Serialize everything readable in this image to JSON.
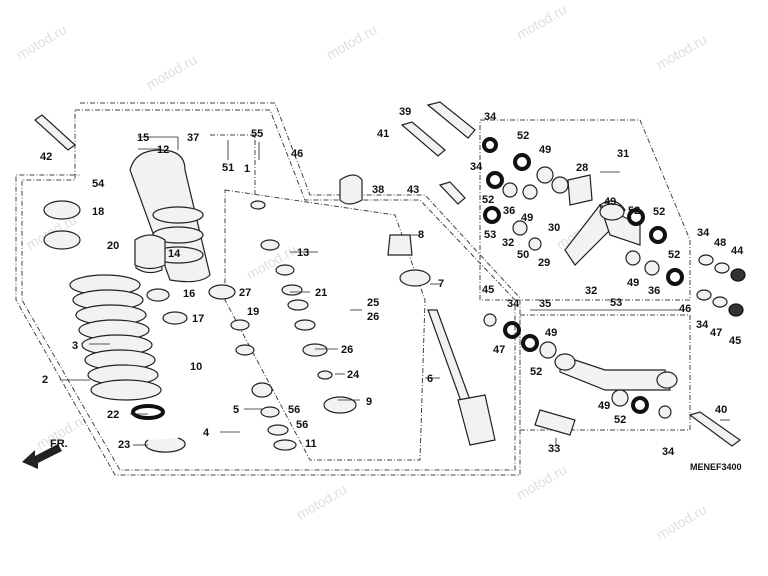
{
  "diagram_code": "MENEF3400",
  "front_arrow_label": "FR.",
  "watermark_text": "motod.ru",
  "callouts": [
    {
      "id": "c1",
      "text": "1"
    },
    {
      "id": "c2",
      "text": "2"
    },
    {
      "id": "c3",
      "text": "3"
    },
    {
      "id": "c4",
      "text": "4"
    },
    {
      "id": "c5",
      "text": "5"
    },
    {
      "id": "c6",
      "text": "6"
    },
    {
      "id": "c7",
      "text": "7"
    },
    {
      "id": "c8",
      "text": "8"
    },
    {
      "id": "c9",
      "text": "9"
    },
    {
      "id": "c10",
      "text": "10"
    },
    {
      "id": "c11",
      "text": "11"
    },
    {
      "id": "c12",
      "text": "12"
    },
    {
      "id": "c13",
      "text": "13"
    },
    {
      "id": "c14",
      "text": "14"
    },
    {
      "id": "c15",
      "text": "15"
    },
    {
      "id": "c16",
      "text": "16"
    },
    {
      "id": "c17",
      "text": "17"
    },
    {
      "id": "c18",
      "text": "18"
    },
    {
      "id": "c19",
      "text": "19"
    },
    {
      "id": "c20",
      "text": "20"
    },
    {
      "id": "c21",
      "text": "21"
    },
    {
      "id": "c22",
      "text": "22"
    },
    {
      "id": "c23",
      "text": "23"
    },
    {
      "id": "c24",
      "text": "24"
    },
    {
      "id": "c25",
      "text": "25"
    },
    {
      "id": "c26a",
      "text": "26"
    },
    {
      "id": "c26b",
      "text": "26"
    },
    {
      "id": "c27",
      "text": "27"
    },
    {
      "id": "c28",
      "text": "28"
    },
    {
      "id": "c29",
      "text": "29"
    },
    {
      "id": "c30",
      "text": "30"
    },
    {
      "id": "c31",
      "text": "31"
    },
    {
      "id": "c32a",
      "text": "32"
    },
    {
      "id": "c32b",
      "text": "32"
    },
    {
      "id": "c33",
      "text": "33"
    },
    {
      "id": "c34a",
      "text": "34"
    },
    {
      "id": "c34b",
      "text": "34"
    },
    {
      "id": "c34c",
      "text": "34"
    },
    {
      "id": "c34d",
      "text": "34"
    },
    {
      "id": "c34e",
      "text": "34"
    },
    {
      "id": "c34f",
      "text": "34"
    },
    {
      "id": "c35",
      "text": "35"
    },
    {
      "id": "c36a",
      "text": "36"
    },
    {
      "id": "c36b",
      "text": "36"
    },
    {
      "id": "c37",
      "text": "37"
    },
    {
      "id": "c38",
      "text": "38"
    },
    {
      "id": "c39",
      "text": "39"
    },
    {
      "id": "c40",
      "text": "40"
    },
    {
      "id": "c41",
      "text": "41"
    },
    {
      "id": "c42",
      "text": "42"
    },
    {
      "id": "c43",
      "text": "43"
    },
    {
      "id": "c44",
      "text": "44"
    },
    {
      "id": "c45a",
      "text": "45"
    },
    {
      "id": "c45b",
      "text": "45"
    },
    {
      "id": "c46a",
      "text": "46"
    },
    {
      "id": "c46b",
      "text": "46"
    },
    {
      "id": "c47a",
      "text": "47"
    },
    {
      "id": "c47b",
      "text": "47"
    },
    {
      "id": "c48",
      "text": "48"
    },
    {
      "id": "c49a",
      "text": "49"
    },
    {
      "id": "c49b",
      "text": "49"
    },
    {
      "id": "c49c",
      "text": "49"
    },
    {
      "id": "c49d",
      "text": "49"
    },
    {
      "id": "c49e",
      "text": "49"
    },
    {
      "id": "c49f",
      "text": "49"
    },
    {
      "id": "c50",
      "text": "50"
    },
    {
      "id": "c51",
      "text": "51"
    },
    {
      "id": "c52a",
      "text": "52"
    },
    {
      "id": "c52b",
      "text": "52"
    },
    {
      "id": "c52c",
      "text": "52"
    },
    {
      "id": "c52d",
      "text": "52"
    },
    {
      "id": "c52e",
      "text": "52"
    },
    {
      "id": "c52f",
      "text": "52"
    },
    {
      "id": "c52g",
      "text": "52"
    },
    {
      "id": "c53a",
      "text": "53"
    },
    {
      "id": "c53b",
      "text": "53"
    },
    {
      "id": "c54",
      "text": "54"
    },
    {
      "id": "c55",
      "text": "55"
    },
    {
      "id": "c56a",
      "text": "56"
    },
    {
      "id": "c56b",
      "text": "56"
    }
  ]
}
